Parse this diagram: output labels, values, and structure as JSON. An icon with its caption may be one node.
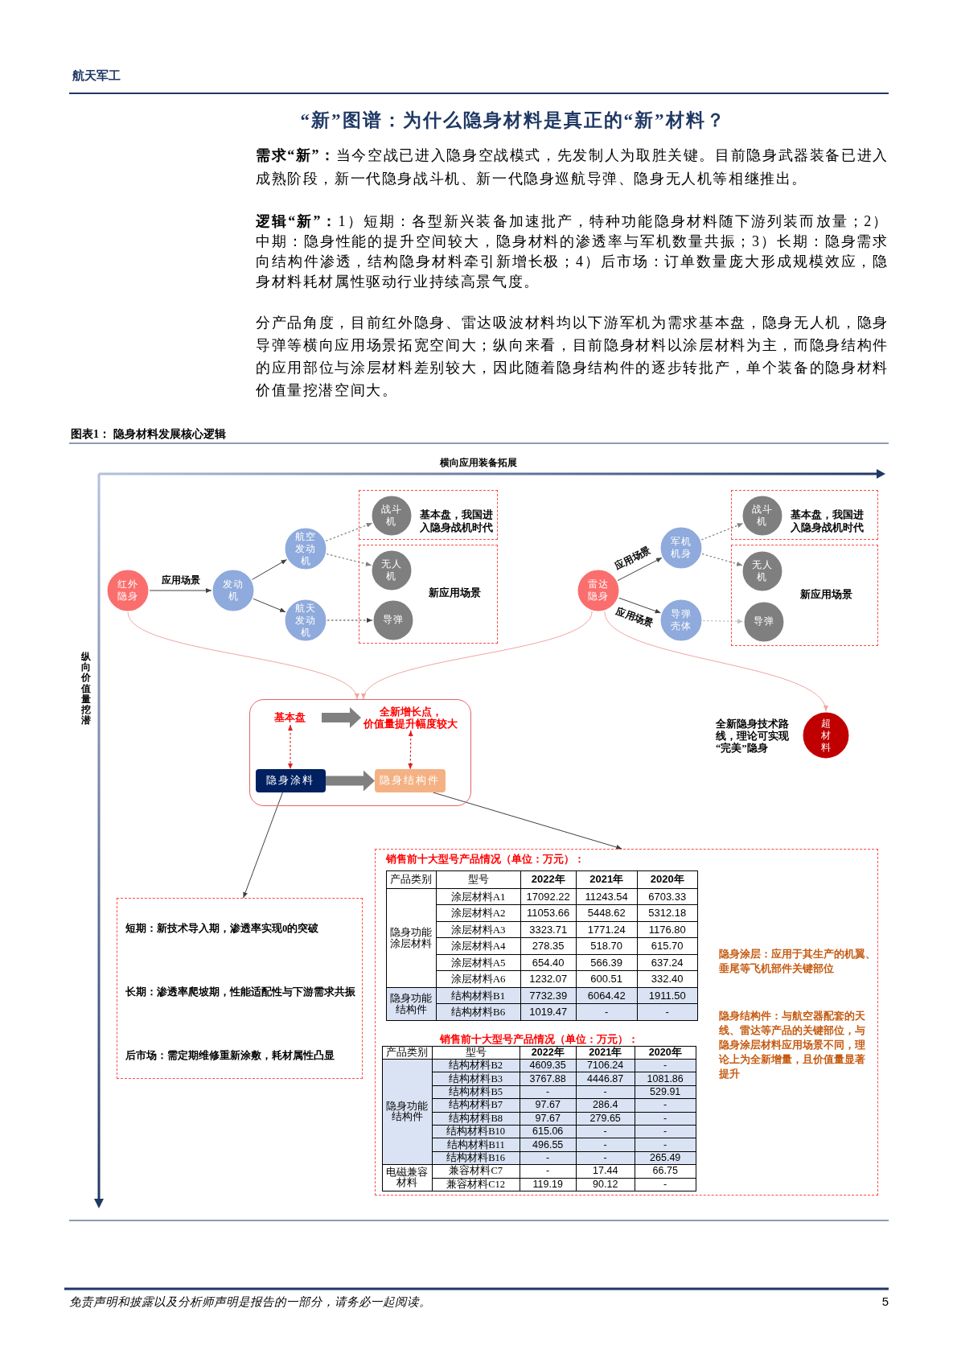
{
  "diagram": {
    "title": "“新”图谱：为什么隐身材料是真正的“新”材料？",
    "caption": "图表1： 隐身材料发展核心逻辑",
    "nodes": [
      {
        "text": [
          "红外隐身"
        ]
      },
      {
        "text": [
          "发动机"
        ]
      },
      {
        "text": [
          "航空发动机"
        ]
      },
      {
        "text": [
          "航天发动机"
        ]
      },
      {
        "text": [
          "基本盘，我国进入隐身战机时代"
        ]
      },
      {
        "text": [
          "战斗机"
        ],
        "in": 4
      },
      {
        "text": [
          "新应用场景"
        ]
      },
      {
        "text": [
          "无人机"
        ],
        "in": 6
      },
      {
        "text": [
          "导弹"
        ],
        "in": 6
      },
      {
        "text": [
          "雷达隐身"
        ]
      },
      {
        "text": [
          "军机机身"
        ]
      },
      {
        "text": [
          "导弹壳体"
        ]
      },
      {
        "text": [
          "基本盘，我国进入隐身战机时代"
        ]
      },
      {
        "text": [
          "战斗机"
        ],
        "in": 12
      },
      {
        "text": [
          "新应用场景"
        ]
      },
      {
        "text": [
          "无人机"
        ],
        "in": 14
      },
      {
        "text": [
          "导弹"
        ],
        "in": 14
      },
      {
        "text": [],
        "shape": "box"
      },
      {
        "text": [
          "基本盘"
        ],
        "in": 17
      },
      {
        "text": [
          "全新增长点，价值量提升幅度较大"
        ],
        "in": 17
      },
      {
        "text": [
          "隐身涂料"
        ],
        "in": 17
      },
      {
        "text": [
          "隐身结构件"
        ],
        "in": 17
      },
      {
        "text": [
          "超材料"
        ],
        "beside": [
          "全新隐身技术路线，理论可实现“完美”隐身"
        ]
      },
      {
        "text": [
          "短期：新技术导入期，渗透率实现0的突破",
          "长期：渗透率爬坡期，性能适配性与下游需求共振",
          "后市场：需定期维修重新涂敷，耗材属性凸显"
        ]
      },
      {
        "text": [
          "销售前十大型号产品情况（单位：万元）：",
          "隐身涂层：应用于其生产的机翼、垂尾等飞机部件关键部位",
          "隐身结构件：与航空器配套的天线、雷达等产品的关键部位，与隐身涂层材料应用场景不同，理论上为全新增量，且价值量显著提升",
          "销售前十大型号产品情况（单位：万元）："
        ]
      }
    ],
    "edges": [
      {
        "from": 0,
        "to": 1,
        "arrow": "to",
        "label": "应用场景"
      },
      {
        "from": 1,
        "to": 2,
        "arrow": "to"
      },
      {
        "from": 1,
        "to": 3,
        "arrow": "to"
      },
      {
        "from": 2,
        "to": 5,
        "arrow": "to",
        "style": "dashed",
        "color": "#808080"
      },
      {
        "from": 2,
        "to": 7,
        "arrow": "to",
        "style": "dashed",
        "color": "#808080"
      },
      {
        "from": 3,
        "to": 8,
        "arrow": "to",
        "style": "dashed"
      },
      {
        "from": 9,
        "to": 10,
        "arrow": "to",
        "label": "应用场景"
      },
      {
        "from": 9,
        "to": 11,
        "arrow": "to",
        "label": "应用场景"
      },
      {
        "from": 10,
        "to": 13,
        "arrow": "to",
        "style": "dashed",
        "color": "#808080"
      },
      {
        "from": 10,
        "to": 15,
        "arrow": "to",
        "style": "dashed",
        "color": "#808080"
      },
      {
        "from": 11,
        "to": 16,
        "arrow": "to",
        "style": "dashed",
        "color": "#c0c0c0"
      },
      {
        "from": 0,
        "to": 17,
        "arrow": "to",
        "color": "#f4a3a3"
      },
      {
        "from": 9,
        "to": 17,
        "arrow": "to",
        "color": "#f4a3a3"
      },
      {
        "from": 9,
        "to": 22,
        "arrow": "to",
        "color": "#f4a3a3"
      },
      {
        "from": 18,
        "to": 19,
        "arrow": "to",
        "style": "thick",
        "color": "#808080"
      },
      {
        "from": 20,
        "to": 21,
        "arrow": "to",
        "style": "thick",
        "color": "#808080"
      },
      {
        "from": 18,
        "to": 20,
        "arrow": "both",
        "style": "dashed",
        "color": "#e02020"
      },
      {
        "from": 19,
        "to": 21,
        "arrow": "both",
        "style": "dashed",
        "color": "#e02020"
      },
      {
        "from": 20,
        "to": 23,
        "arrow": "to"
      },
      {
        "from": 21,
        "to": 24,
        "arrow": "to"
      }
    ],
    "labels": [
      "航天军工",
      "**需求“新”：**当今空战已进入隐身空战模式，先发制人为取胜关键。目前隐身武器装备已进入成熟阶段，新一代隐身战斗机、新一代隐身巡航导弹、隐身无人机等相继推出。",
      "**逻辑“新”：**1）短期：各型新兴装备加速批产，特种功能隐身材料随下游列装而放量；2）中期：隐身性能的提升空间较大，隐身材料的渗透率与军机数量共振；3）长期：隐身需求向结构件渗透，结构隐身材料牵引新增长极；4）后市场：订单数量庞大形成规模效应，隐身材料耗材属性驱动行业持续高景气度。",
      "分产品角度，目前红外隐身、雷达吸波材料均以下游军机为需求基本盘，隐身无人机，隐身导弹等横向应用场景拓宽空间大；纵向来看，目前隐身材料以涂层材料为主，而隐身结构件的应用部位与涂层材料差别较大，因此随着隐身结构件的逐步转批产，单个装备的隐身材料价值量挖潜空间大。",
      "横向应用装备拓展",
      "纵向价值量挖潜",
      "产品类别",
      "型号",
      "2022年",
      "2021年",
      "2020年",
      "隐身功能涂层材料",
      "涂层材料A1",
      "17092.22",
      "11243.54",
      "6703.33",
      "涂层材料A2",
      "11053.66",
      "5448.62",
      "5312.18",
      "涂层材料A3",
      "3323.71",
      "1771.24",
      "1176.80",
      "涂层材料A4",
      "278.35",
      "518.70",
      "615.70",
      "涂层材料A5",
      "654.40",
      "566.39",
      "637.24",
      "涂层材料A6",
      "1232.07",
      "600.51",
      "332.40",
      "隐身功能结构件",
      "结构材料B1",
      "7732.39",
      "6064.42",
      "1911.50",
      "结构材料B6",
      "1019.47",
      "-",
      "-",
      "产品类别",
      "型号",
      "2022年",
      "2021年",
      "2020年",
      "隐身功能结构件",
      "结构材料B2",
      "4609.35",
      "7106.24",
      "-",
      "结构材料B3",
      "3767.88",
      "4446.87",
      "1081.86",
      "结构材料B5",
      "-",
      "-",
      "529.91",
      "结构材料B7",
      "97.67",
      "286.4",
      "-",
      "结构材料B8",
      "97.67",
      "279.65",
      "-",
      "结构材料B10",
      "615.06",
      "-",
      "-",
      "结构材料B11",
      "496.55",
      "-",
      "-",
      "结构材料B16",
      "-",
      "-",
      "265.49",
      "电磁兼容材料",
      "兼容材料C7",
      "-",
      "17.44",
      "66.75",
      "兼容材料C12",
      "119.19",
      "90.12",
      "-",
      "免责声明和披露以及分析师声明是报告的一部分，请务必一起阅读。",
      "5"
    ]
  }
}
